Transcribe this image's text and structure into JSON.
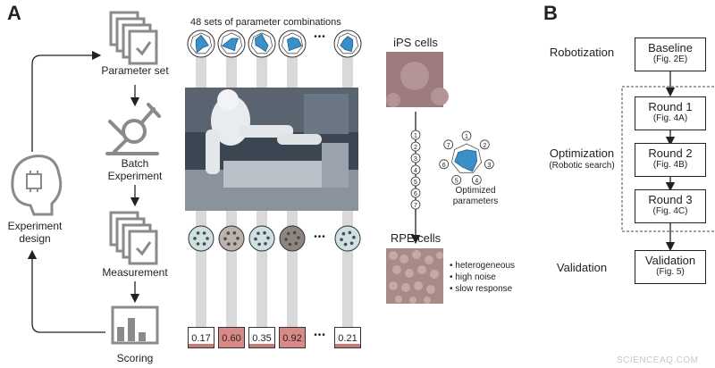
{
  "panels": {
    "a": "A",
    "b": "B"
  },
  "workflow": {
    "parameter_set": "Parameter set",
    "batch_experiment_line1": "Batch",
    "batch_experiment_line2": "Experiment",
    "measurement": "Measurement",
    "scoring": "Scoring",
    "experiment_design_line1": "Experiment",
    "experiment_design_line2": "design"
  },
  "top_label": "48 sets of parameter combinations",
  "ellipsis": "•••",
  "scores": [
    "0.17",
    "0.60",
    "0.35",
    "0.92",
    "0.21"
  ],
  "ips_cells": "iPS cells",
  "rpe_cells": "RPE cells",
  "optimized_params_line1": "Optimized",
  "optimized_params_line2": "parameters",
  "param_numbers": [
    "1",
    "2",
    "3",
    "4",
    "5",
    "6",
    "7"
  ],
  "rpe_notes": [
    "• heterogeneous",
    "• high noise",
    "• slow response"
  ],
  "panel_b": {
    "robotization": "Robotization",
    "optimization": "Optimization",
    "optimization_sub": "(Robotic search)",
    "validation": "Validation",
    "boxes": [
      {
        "title": "Baseline",
        "ref": "(Fig. 2E)"
      },
      {
        "title": "Round 1",
        "ref": "(Fig. 4A)"
      },
      {
        "title": "Round 2",
        "ref": "(Fig. 4B)"
      },
      {
        "title": "Round 3",
        "ref": "(Fig. 4C)"
      },
      {
        "title": "Validation",
        "ref": "(Fig. 5)"
      }
    ]
  },
  "watermark": "SCIENCEAQ.COM",
  "colors": {
    "radar_fill": "#3a8fc9",
    "score_high": "#d98a86",
    "score_bar": "#c97a76",
    "tube": "#d9d9d9"
  }
}
